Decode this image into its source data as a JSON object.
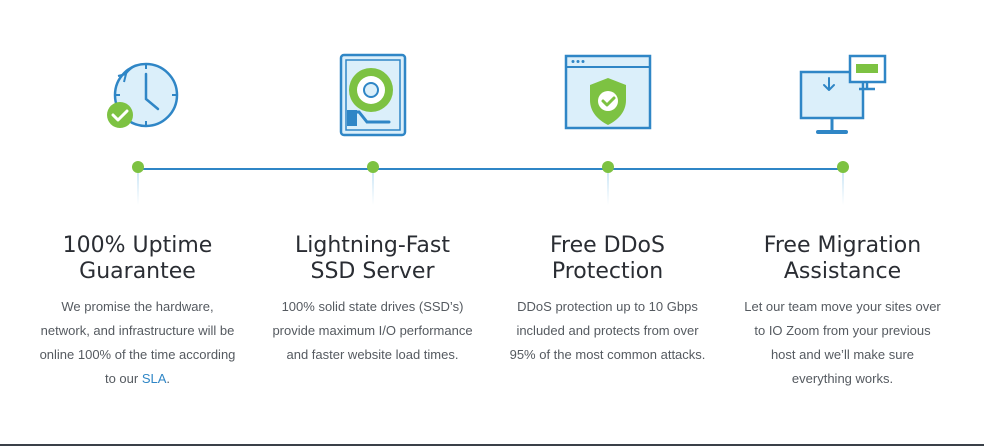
{
  "colors": {
    "accent_blue": "#2f86c6",
    "accent_green": "#7dc242",
    "light_blue": "#dbeffa"
  },
  "features": [
    {
      "icon": "clock-check-icon",
      "title_line1": "100% Uptime",
      "title_line2": "Guarantee",
      "desc_lines": [
        "We promise the hardware,",
        "network, and infrastructure will be",
        "online 100% of the time according"
      ],
      "desc_last_prefix": "to our ",
      "desc_link": "SLA",
      "desc_last_suffix": "."
    },
    {
      "icon": "hard-drive-icon",
      "title_line1": "Lightning-Fast",
      "title_line2": "SSD Server",
      "desc_lines": [
        "100% solid state drives (SSD’s)",
        "provide maximum I/O performance",
        "and faster website load times."
      ]
    },
    {
      "icon": "shield-browser-icon",
      "title_line1": "Free DDoS",
      "title_line2": "Protection",
      "desc_lines": [
        "DDoS protection up to 10 Gbps",
        "included and protects from over",
        "95% of the most common attacks."
      ]
    },
    {
      "icon": "monitor-migration-icon",
      "title_line1": "Free Migration",
      "title_line2": "Assistance",
      "desc_lines": [
        "Let our team move your sites over",
        "to IO Zoom from your previous",
        "host and we’ll make sure",
        "everything works."
      ]
    }
  ]
}
